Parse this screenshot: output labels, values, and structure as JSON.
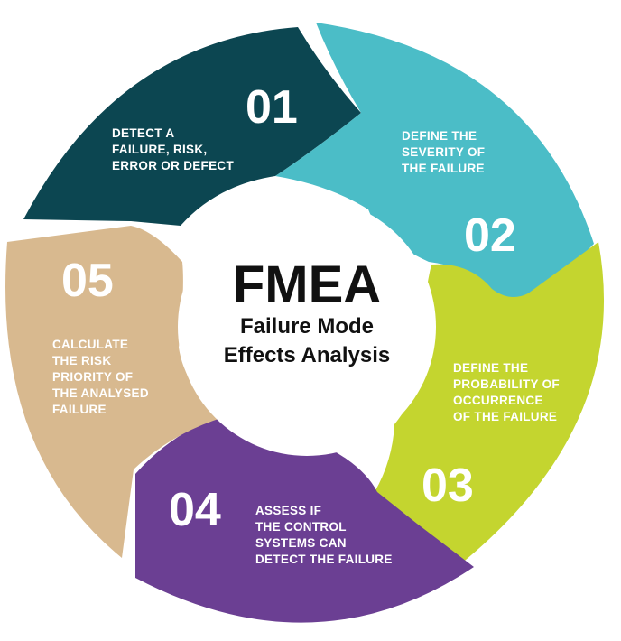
{
  "center": {
    "title": "FMEA",
    "subtitle_line1": "Failure Mode",
    "subtitle_line2": "Effects Analysis"
  },
  "steps": [
    {
      "number": "01",
      "lines": [
        "DETECT A",
        "FAILURE, RISK,",
        "ERROR OR DEFECT"
      ],
      "color": "#0c4651"
    },
    {
      "number": "02",
      "lines": [
        "DEFINE THE",
        "SEVERITY OF",
        "THE FAILURE"
      ],
      "color": "#4bbdc7"
    },
    {
      "number": "03",
      "lines": [
        "DEFINE THE",
        "PROBABILITY OF",
        "OCCURRENCE",
        "OF THE FAILURE"
      ],
      "color": "#c4d52f"
    },
    {
      "number": "04",
      "lines": [
        "ASSESS IF",
        "THE CONTROL",
        "SYSTEMS CAN",
        "DETECT THE FAILURE"
      ],
      "color": "#6b3f93"
    },
    {
      "number": "05",
      "lines": [
        "CALCULATE",
        "THE RISK",
        "PRIORITY OF",
        "THE ANALYSED",
        "FAILURE"
      ],
      "color": "#d8b98f"
    }
  ]
}
